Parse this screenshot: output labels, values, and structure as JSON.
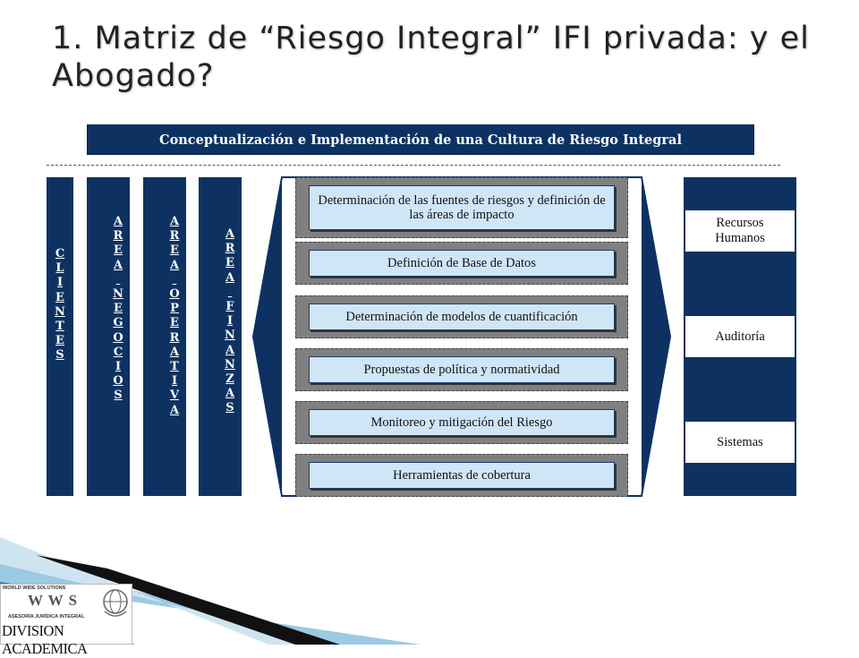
{
  "slide": {
    "title": "1. Matriz de “Riesgo Integral” IFI privada: y el Abogado?"
  },
  "diagram": {
    "banner": "Conceptualización e Implementación de una Cultura de Riesgo Integral",
    "left_columns": [
      {
        "lines": [
          "C",
          "L",
          "I",
          "E",
          "N",
          "T",
          "E",
          "S"
        ]
      },
      {
        "lines": [
          "A",
          "R",
          "E",
          "A",
          "",
          "N",
          "E",
          "G",
          "O",
          "C",
          "I",
          "O",
          "S"
        ]
      },
      {
        "lines": [
          "A",
          "R",
          "E",
          "A",
          "",
          "O",
          "P",
          "E",
          "R",
          "A",
          "T",
          "I",
          "V",
          "A"
        ]
      },
      {
        "lines": [
          "A",
          "R",
          "E",
          "A",
          "",
          "F",
          "I",
          "N",
          "A",
          "N",
          "Z",
          "A",
          "S"
        ]
      }
    ],
    "process_steps": [
      "Determinación de las fuentes de riesgos y definición de las áreas de impacto",
      "Definición de Base de Datos",
      "Determinación de modelos de cuantificación",
      "Propuestas de política y normatividad",
      "Monitoreo y mitigación del Riesgo",
      "Herramientas de cobertura"
    ],
    "right_boxes": [
      "Recursos Humanos",
      "Auditoría",
      "Sistemas"
    ]
  },
  "logo": {
    "line1": "WORLD WIDE SOLUTIONS",
    "line2": "W W S",
    "line3": "ASESORÍA JURÍDICA INTEGRAL",
    "line4": "DIVISION ACADEMICA"
  },
  "colors": {
    "navy": "#0d3262",
    "light_blue": "#cfe6f7",
    "gray": "#808080"
  }
}
